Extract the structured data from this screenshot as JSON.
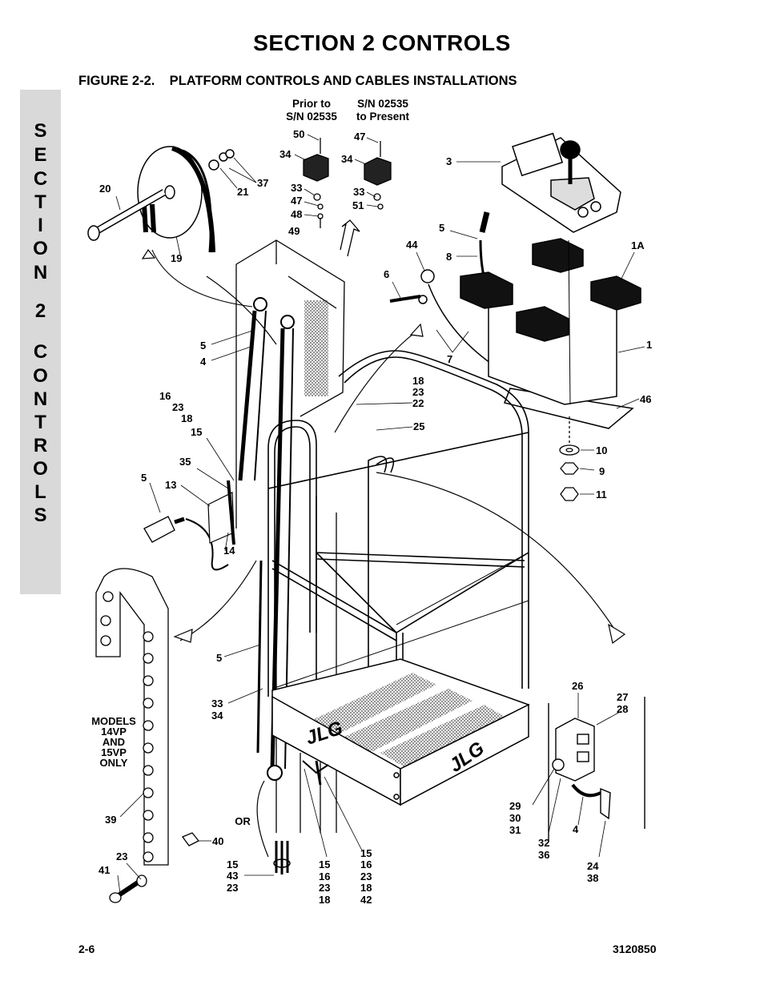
{
  "header": {
    "section_title": "SECTION 2   CONTROLS",
    "figure_title": "FIGURE 2-2.    PLATFORM CONTROLS AND CABLES INSTALLATIONS"
  },
  "side_tab": {
    "letters": [
      "S",
      "E",
      "C",
      "T",
      "I",
      "O",
      "N",
      "2",
      "C",
      "O",
      "N",
      "T",
      "R",
      "O",
      "L",
      "S"
    ]
  },
  "footer": {
    "page_number": "2-6",
    "doc_number": "3120850"
  },
  "diagram": {
    "column_headers": {
      "prior_line1": "Prior to",
      "prior_line2": "S/N 02535",
      "present_line1": "S/N 02535",
      "present_line2": "to Present"
    },
    "models_note": [
      "MODELS",
      "14VP",
      "AND",
      "15VP",
      "ONLY"
    ],
    "or_label": "OR",
    "logo_text": "JLG",
    "callouts": [
      "50",
      "47",
      "34",
      "34",
      "33",
      "47",
      "48",
      "49",
      "33",
      "51",
      "3",
      "20",
      "21",
      "37",
      "19",
      "5",
      "8",
      "44",
      "1A",
      "6",
      "1",
      "7",
      "5",
      "4",
      "18",
      "23",
      "22",
      "46",
      "16",
      "23",
      "18",
      "15",
      "25",
      "35",
      "10",
      "9",
      "11",
      "5",
      "13",
      "14",
      "5",
      "33",
      "34",
      "26",
      "27",
      "28",
      "39",
      "40",
      "29",
      "30",
      "31",
      "32",
      "36",
      "4",
      "24",
      "38",
      "41",
      "23",
      "15",
      "43",
      "23",
      "15",
      "16",
      "23",
      "18",
      "15",
      "16",
      "23",
      "18",
      "42"
    ]
  }
}
